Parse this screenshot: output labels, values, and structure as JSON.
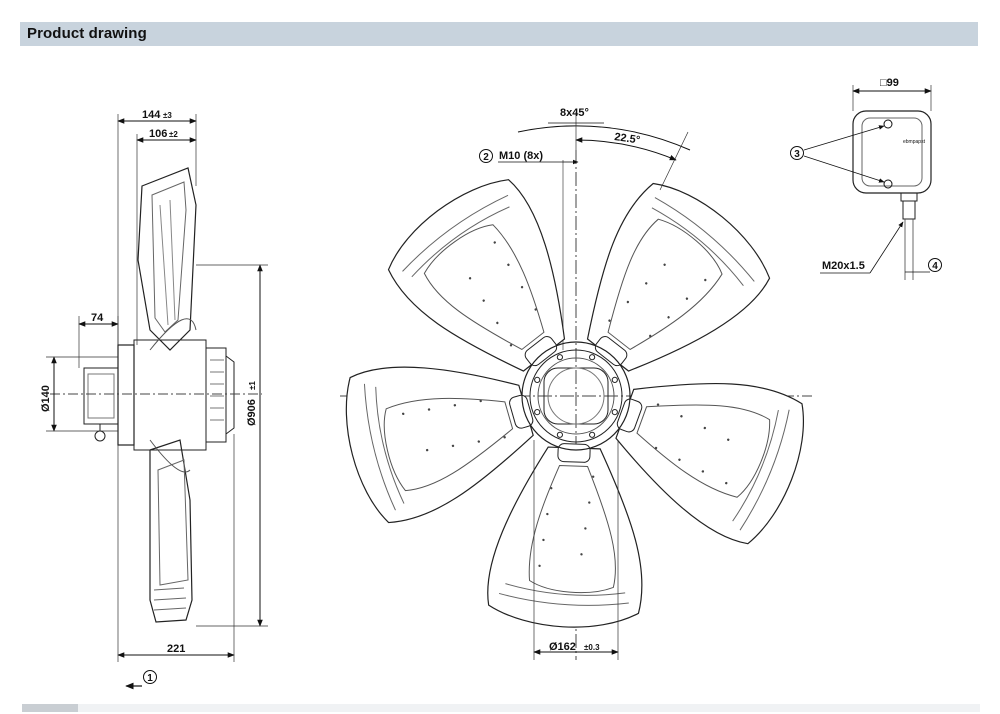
{
  "header": {
    "title": "Product drawing"
  },
  "side_view": {
    "dim_overall_depth": "144",
    "dim_overall_depth_tol": "±3",
    "dim_blade_depth": "106",
    "dim_blade_depth_tol": "±2",
    "dim_hub_offset": "74",
    "dim_hub_diameter": "Ø140",
    "dim_fan_diameter": "Ø906",
    "dim_fan_diameter_tol": "±1",
    "dim_bottom_width": "221",
    "airflow_callout": "1"
  },
  "front_view": {
    "angle_hole_pattern": "8x45°",
    "angle_offset": "22.5°",
    "mounting_callout_number": "2",
    "mounting_thread": "M10 (8x)",
    "bolt_circle_diameter": "Ø162",
    "bolt_circle_tol": "±0.3"
  },
  "terminal_box": {
    "dim_box_width": "□99",
    "screw_callout": "3",
    "cable_gland": "M20x1.5",
    "cable_callout": "4",
    "brand_mark": "ebmpapst"
  }
}
